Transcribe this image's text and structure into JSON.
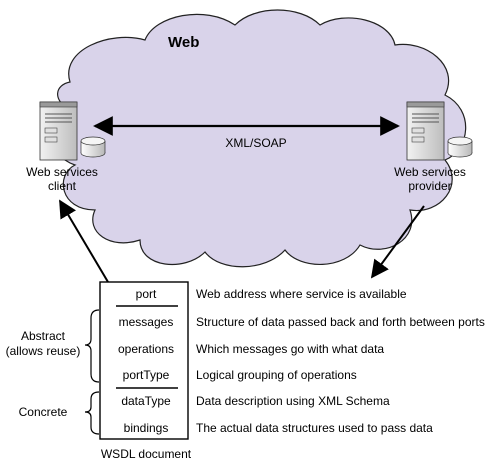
{
  "cloud": {
    "title": "Web",
    "protocol_label": "XML/SOAP",
    "fill": "#d9d3ea"
  },
  "client": {
    "label_line1": "Web services",
    "label_line2": "client"
  },
  "provider": {
    "label_line1": "Web services",
    "label_line2": "provider"
  },
  "wsdl": {
    "caption": "WSDL document",
    "rows": [
      {
        "name": "port",
        "description": "Web address where service is available"
      },
      {
        "name": "messages",
        "description": "Structure of data passed back and forth between ports"
      },
      {
        "name": "operations",
        "description": "Which messages go with what data"
      },
      {
        "name": "portType",
        "description": "Logical grouping of operations"
      },
      {
        "name": "dataType",
        "description": "Data description using XML Schema"
      },
      {
        "name": "bindings",
        "description": "The actual data structures used to pass data"
      }
    ]
  },
  "groups": {
    "abstract_line1": "Abstract",
    "abstract_line2": "(allows reuse)",
    "concrete": "Concrete"
  }
}
